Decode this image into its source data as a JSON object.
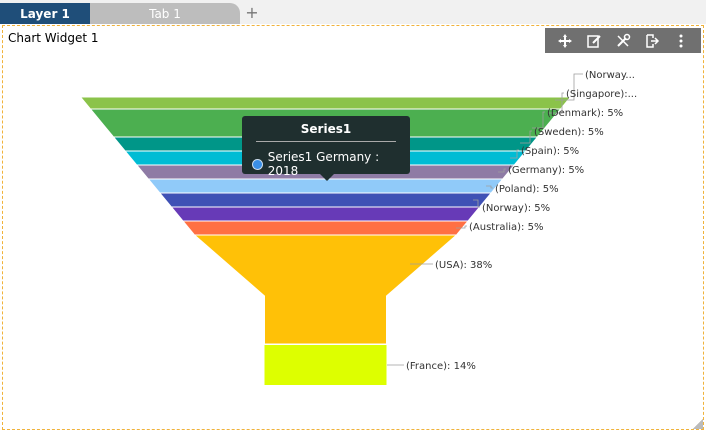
{
  "tabs": {
    "layer": "Layer 1",
    "tab": "Tab 1",
    "add": "+"
  },
  "widget": {
    "title": "Chart Widget 1",
    "toolbar": [
      "move-icon",
      "edit-icon",
      "settings-icon",
      "export-icon",
      "more-icon"
    ]
  },
  "chart_data": {
    "type": "funnel",
    "series": [
      {
        "name": "Series1"
      }
    ],
    "categories": [
      "(Norway...",
      "(Singapore):...",
      "(Denmark): 5%",
      "(Sweden): 5%",
      "(Spain): 5%",
      "(Germany): 5%",
      "(Poland): 5%",
      "(Norway): 5%",
      "(Australia): 5%",
      "(USA): 38%",
      "(France): 14%"
    ],
    "colors": [
      "#8bc34a",
      "#4caf50",
      "#009688",
      "#00bcd4",
      "#8e7ba5",
      "#90caf9",
      "#3f51b5",
      "#673ab7",
      "#ff7043",
      "#ffc107",
      "#ddff00"
    ],
    "tooltip": {
      "title": "Series1",
      "text": "Series1 Germany : 2018"
    }
  }
}
